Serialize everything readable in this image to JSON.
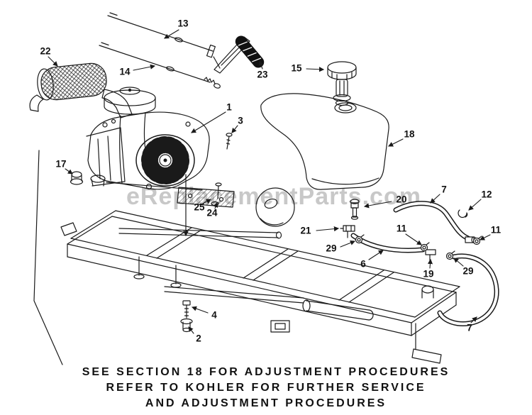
{
  "page": {
    "background": "#ffffff",
    "ink": "#1a1a1a"
  },
  "watermark": {
    "text": "eReplacementParts.com",
    "color": "#c8c8c8"
  },
  "caption": {
    "line1": "SEE SECTION 18 FOR ADJUSTMENT PROCEDURES",
    "line2": "REFER TO KOHLER FOR FURTHER SERVICE",
    "line3": "AND ADJUSTMENT PROCEDURES"
  },
  "callouts": {
    "c1": {
      "label": "1"
    },
    "c2": {
      "label": "2"
    },
    "c3": {
      "label": "3"
    },
    "c4": {
      "label": "4"
    },
    "c6": {
      "label": "6"
    },
    "c7a": {
      "label": "7"
    },
    "c7b": {
      "label": "7"
    },
    "c11a": {
      "label": "11"
    },
    "c11b": {
      "label": "11"
    },
    "c12": {
      "label": "12"
    },
    "c13": {
      "label": "13"
    },
    "c14": {
      "label": "14"
    },
    "c15": {
      "label": "15"
    },
    "c17": {
      "label": "17"
    },
    "c18": {
      "label": "18"
    },
    "c19": {
      "label": "19"
    },
    "c20": {
      "label": "20"
    },
    "c21": {
      "label": "21"
    },
    "c22": {
      "label": "22"
    },
    "c23": {
      "label": "23"
    },
    "c24": {
      "label": "24"
    },
    "c25": {
      "label": "25"
    },
    "c29a": {
      "label": "29"
    },
    "c29b": {
      "label": "29"
    }
  }
}
